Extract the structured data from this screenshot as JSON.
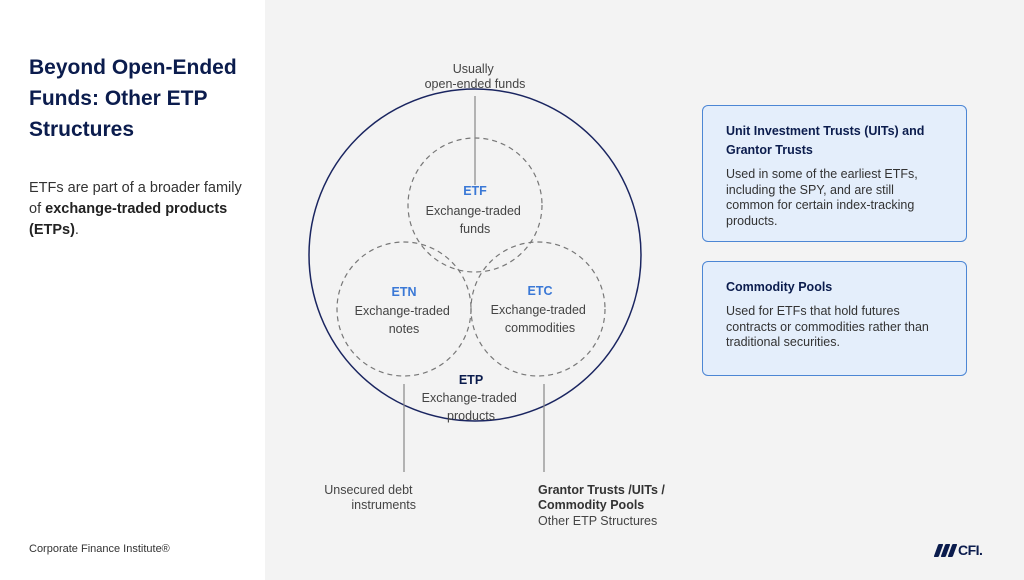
{
  "left": {
    "title": "Beyond Open-Ended Funds: Other ETP Structures",
    "intro_prefix": "ETFs are part of a broader family of ",
    "intro_bold": "exchange-traded products (ETPs)",
    "intro_suffix": ".",
    "footer": "Corporate Finance Institute®"
  },
  "diagram": {
    "top_note": [
      "Usually",
      "open-ended funds"
    ],
    "etf": {
      "abbr": "ETF",
      "lines": [
        "Exchange-traded",
        "funds"
      ]
    },
    "etn": {
      "abbr": "ETN",
      "lines": [
        "Exchange-traded",
        "notes"
      ]
    },
    "etc": {
      "abbr": "ETC",
      "lines": [
        "Exchange-traded",
        "commodities"
      ]
    },
    "etp": {
      "abbr": "ETP",
      "lines": [
        "Exchange-traded",
        "products"
      ]
    },
    "bottom_left_note": [
      "Unsecured debt",
      "instruments"
    ],
    "bottom_right_note": {
      "bold_lines": [
        "Grantor Trusts /UITs /",
        "Commodity Pools"
      ],
      "line": "Other ETP Structures"
    }
  },
  "cards": {
    "uit": {
      "title": "Unit Investment Trusts (UITs) and Grantor Trusts",
      "body": "Used in some of the earliest ETFs, including the SPY, and are still common for certain index-tracking products."
    },
    "commodity": {
      "title": "Commodity Pools",
      "body": "Used for ETFs that hold futures contracts or commodities rather than traditional securities."
    }
  },
  "logo": {
    "text": "CFI."
  },
  "colors": {
    "navy": "#0b1c4d",
    "accent_blue": "#3a78d6",
    "card_bg": "#e4eefb",
    "card_border": "#4c86d4"
  }
}
